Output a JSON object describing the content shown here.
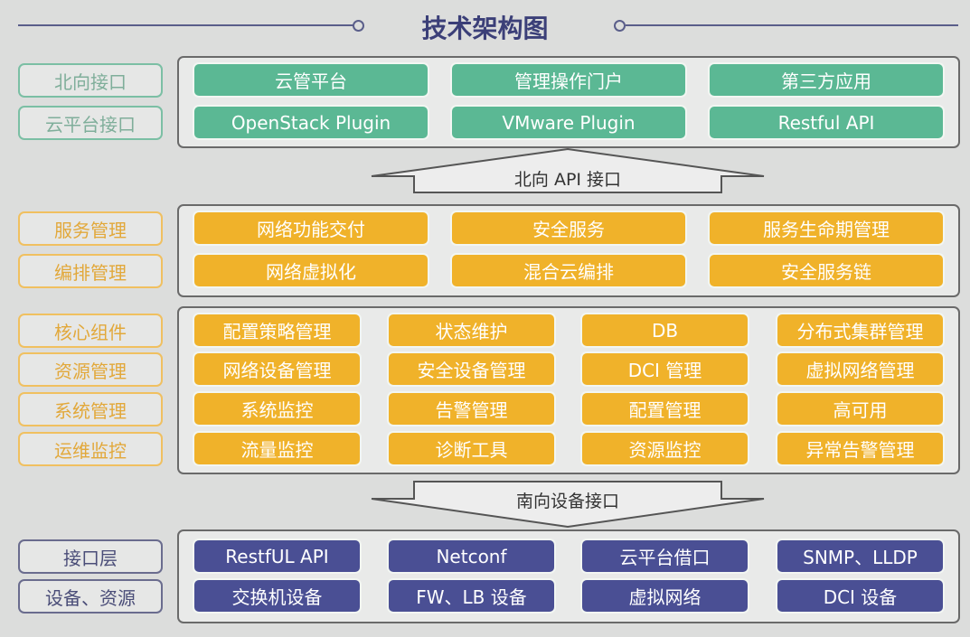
{
  "title": "技术架构图",
  "colors": {
    "green": "#5bb894",
    "orange": "#f0b22a",
    "blue": "#4a4f94",
    "title": "#3b3f78"
  },
  "north": {
    "labels": [
      "北向接口",
      "云平台接口"
    ],
    "rows": [
      [
        "云管平台",
        "管理操作门户",
        "第三方应用"
      ],
      [
        "OpenStack Plugin",
        "VMware Plugin",
        "Restful API"
      ]
    ]
  },
  "north_arrow": "北向 API 接口",
  "service": {
    "labels": [
      "服务管理",
      "编排管理"
    ],
    "rows": [
      [
        "网络功能交付",
        "安全服务",
        "服务生命期管理"
      ],
      [
        "网络虚拟化",
        "混合云编排",
        "安全服务链"
      ]
    ]
  },
  "core": {
    "labels": [
      "核心组件",
      "资源管理",
      "系统管理",
      "运维监控"
    ],
    "rows": [
      [
        "配置策略管理",
        "状态维护",
        "DB",
        "分布式集群管理"
      ],
      [
        "网络设备管理",
        "安全设备管理",
        "DCI 管理",
        "虚拟网络管理"
      ],
      [
        "系统监控",
        "告警管理",
        "配置管理",
        "高可用"
      ],
      [
        "流量监控",
        "诊断工具",
        "资源监控",
        "异常告警管理"
      ]
    ]
  },
  "south_arrow": "南向设备接口",
  "south": {
    "labels": [
      "接口层",
      "设备、资源"
    ],
    "rows": [
      [
        "RestfUL API",
        "Netconf",
        "云平台借口",
        "SNMP、LLDP"
      ],
      [
        "交换机设备",
        "FW、LB 设备",
        "虚拟网络",
        "DCI 设备"
      ]
    ]
  }
}
